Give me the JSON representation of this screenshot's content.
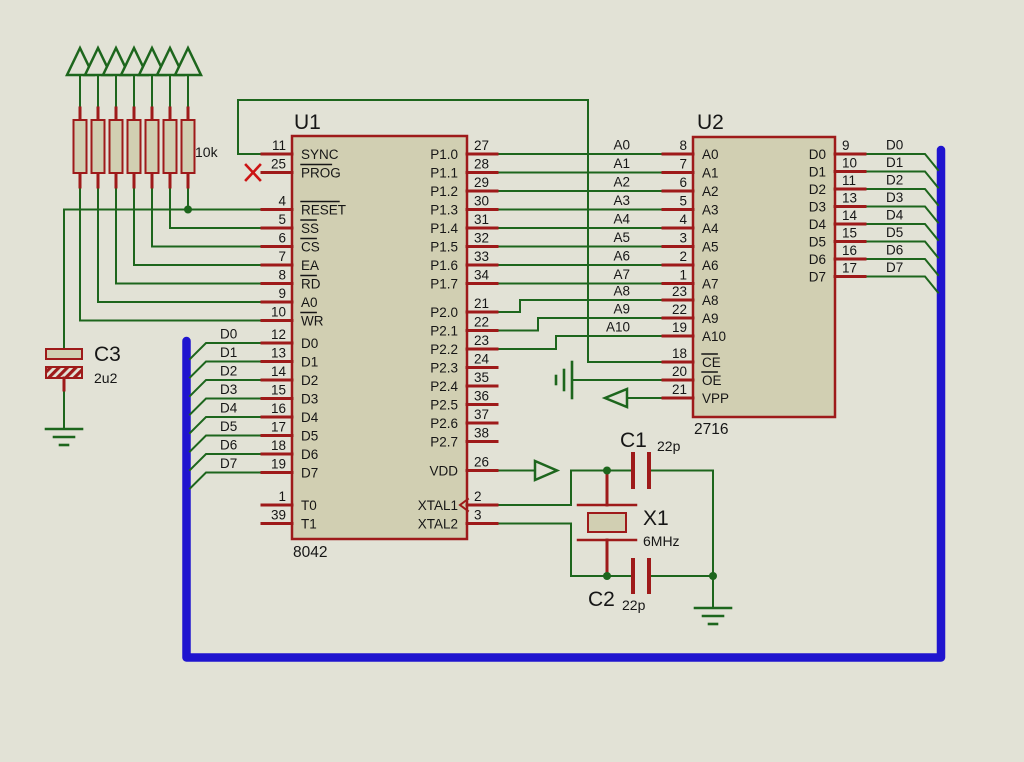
{
  "schematic": {
    "colors": {
      "background": "#e2e2d6",
      "chip_fill": "#d1cfb2",
      "component_outline": "#9e1a1a",
      "wire": "#1d661d",
      "bus": "#1f14cf",
      "text": "#161616",
      "no_connect_mark": "#cc1414"
    },
    "components": {
      "u1": {
        "ref": "U1",
        "part": "8042",
        "left_pins": [
          {
            "num": "11",
            "name": "SYNC"
          },
          {
            "num": "25",
            "name": "PROG",
            "bar": true
          },
          {
            "num": "4",
            "name": "RESET",
            "bar": true
          },
          {
            "num": "5",
            "name": "SS",
            "bar": true
          },
          {
            "num": "6",
            "name": "CS",
            "bar": true
          },
          {
            "num": "7",
            "name": "EA"
          },
          {
            "num": "8",
            "name": "RD",
            "bar": true
          },
          {
            "num": "9",
            "name": "A0"
          },
          {
            "num": "10",
            "name": "WR",
            "bar": true
          },
          {
            "num": "12",
            "name": "D0",
            "net": "D0"
          },
          {
            "num": "13",
            "name": "D1",
            "net": "D1"
          },
          {
            "num": "14",
            "name": "D2",
            "net": "D2"
          },
          {
            "num": "15",
            "name": "D3",
            "net": "D3"
          },
          {
            "num": "16",
            "name": "D4",
            "net": "D4"
          },
          {
            "num": "17",
            "name": "D5",
            "net": "D5"
          },
          {
            "num": "18",
            "name": "D6",
            "net": "D6"
          },
          {
            "num": "19",
            "name": "D7",
            "net": "D7"
          },
          {
            "num": "1",
            "name": "T0"
          },
          {
            "num": "39",
            "name": "T1"
          }
        ],
        "right_pins": [
          {
            "num": "27",
            "name": "P1.0"
          },
          {
            "num": "28",
            "name": "P1.1"
          },
          {
            "num": "29",
            "name": "P1.2"
          },
          {
            "num": "30",
            "name": "P1.3"
          },
          {
            "num": "31",
            "name": "P1.4"
          },
          {
            "num": "32",
            "name": "P1.5"
          },
          {
            "num": "33",
            "name": "P1.6"
          },
          {
            "num": "34",
            "name": "P1.7"
          },
          {
            "num": "21",
            "name": "P2.0"
          },
          {
            "num": "22",
            "name": "P2.1"
          },
          {
            "num": "23",
            "name": "P2.2"
          },
          {
            "num": "24",
            "name": "P2.3"
          },
          {
            "num": "35",
            "name": "P2.4"
          },
          {
            "num": "36",
            "name": "P2.5"
          },
          {
            "num": "37",
            "name": "P2.6"
          },
          {
            "num": "38",
            "name": "P2.7"
          },
          {
            "num": "26",
            "name": "VDD"
          },
          {
            "num": "2",
            "name": "XTAL1"
          },
          {
            "num": "3",
            "name": "XTAL2"
          }
        ]
      },
      "u2": {
        "ref": "U2",
        "part": "2716",
        "left_pins": [
          {
            "num": "8",
            "name": "A0",
            "net": "A0"
          },
          {
            "num": "7",
            "name": "A1",
            "net": "A1"
          },
          {
            "num": "6",
            "name": "A2",
            "net": "A2"
          },
          {
            "num": "5",
            "name": "A3",
            "net": "A3"
          },
          {
            "num": "4",
            "name": "A4",
            "net": "A4"
          },
          {
            "num": "3",
            "name": "A5",
            "net": "A5"
          },
          {
            "num": "2",
            "name": "A6",
            "net": "A6"
          },
          {
            "num": "1",
            "name": "A7",
            "net": "A7"
          },
          {
            "num": "23",
            "name": "A8",
            "net": "A8"
          },
          {
            "num": "22",
            "name": "A9",
            "net": "A9"
          },
          {
            "num": "19",
            "name": "A10",
            "net": "A10"
          },
          {
            "num": "18",
            "name": "CE",
            "bar": true
          },
          {
            "num": "20",
            "name": "OE",
            "bar": true
          },
          {
            "num": "21",
            "name": "VPP"
          }
        ],
        "right_pins": [
          {
            "num": "9",
            "name": "D0",
            "net": "D0"
          },
          {
            "num": "10",
            "name": "D1",
            "net": "D1"
          },
          {
            "num": "11",
            "name": "D2",
            "net": "D2"
          },
          {
            "num": "13",
            "name": "D3",
            "net": "D3"
          },
          {
            "num": "14",
            "name": "D4",
            "net": "D4"
          },
          {
            "num": "15",
            "name": "D5",
            "net": "D5"
          },
          {
            "num": "16",
            "name": "D6",
            "net": "D6"
          },
          {
            "num": "17",
            "name": "D7",
            "net": "D7"
          }
        ]
      },
      "resistor_network": {
        "value": "10k",
        "count": 7
      },
      "c1": {
        "ref": "C1",
        "value": "22p"
      },
      "c2": {
        "ref": "C2",
        "value": "22p"
      },
      "c3": {
        "ref": "C3",
        "value": "2u2"
      },
      "x1": {
        "ref": "X1",
        "value": "6MHz"
      }
    }
  }
}
